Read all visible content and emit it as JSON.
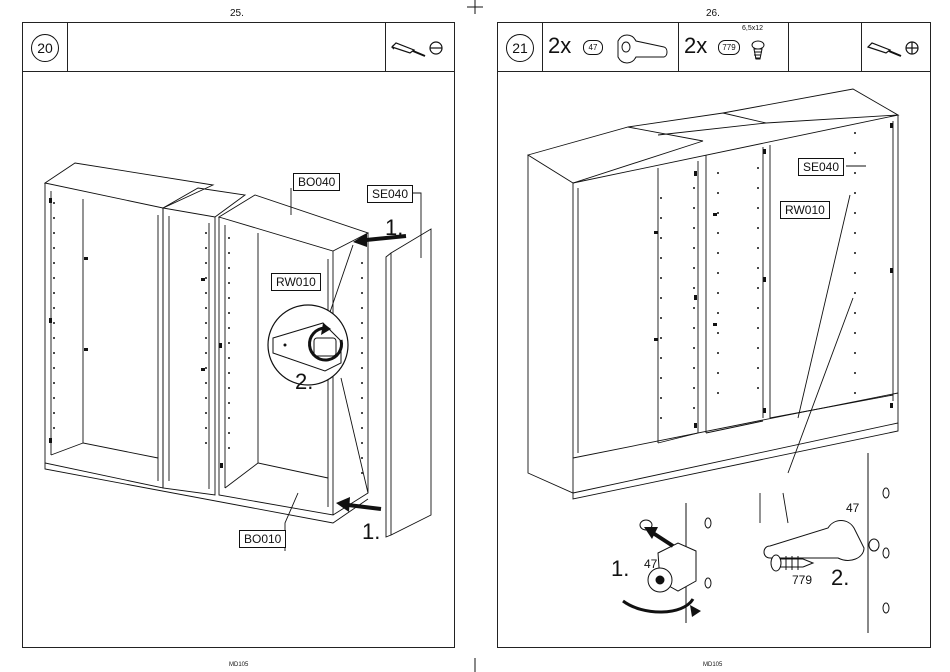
{
  "pages": [
    {
      "number": "25.",
      "footer": "MD105",
      "step": "20",
      "labels": {
        "bo040": "BO040",
        "se040": "SE040",
        "rw010": "RW010",
        "bo010": "BO010"
      },
      "steps": {
        "one_top": "1.",
        "one_bottom": "1.",
        "two": "2."
      }
    },
    {
      "number": "26.",
      "footer": "MD105",
      "step": "21",
      "parts": [
        {
          "qty": "2x",
          "code": "47"
        },
        {
          "qty": "2x",
          "code": "779",
          "size": "6,5x12"
        }
      ],
      "labels": {
        "se040": "SE040",
        "rw010": "RW010"
      },
      "detail": {
        "code_a": "47",
        "code_b": "47",
        "code_c": "779",
        "one": "1.",
        "two": "2."
      }
    }
  ],
  "icons": [
    "screwdriver-icon",
    "flat-screw-head-icon",
    "cross-screw-head-icon",
    "hinge-part-icon",
    "screw-icon"
  ]
}
